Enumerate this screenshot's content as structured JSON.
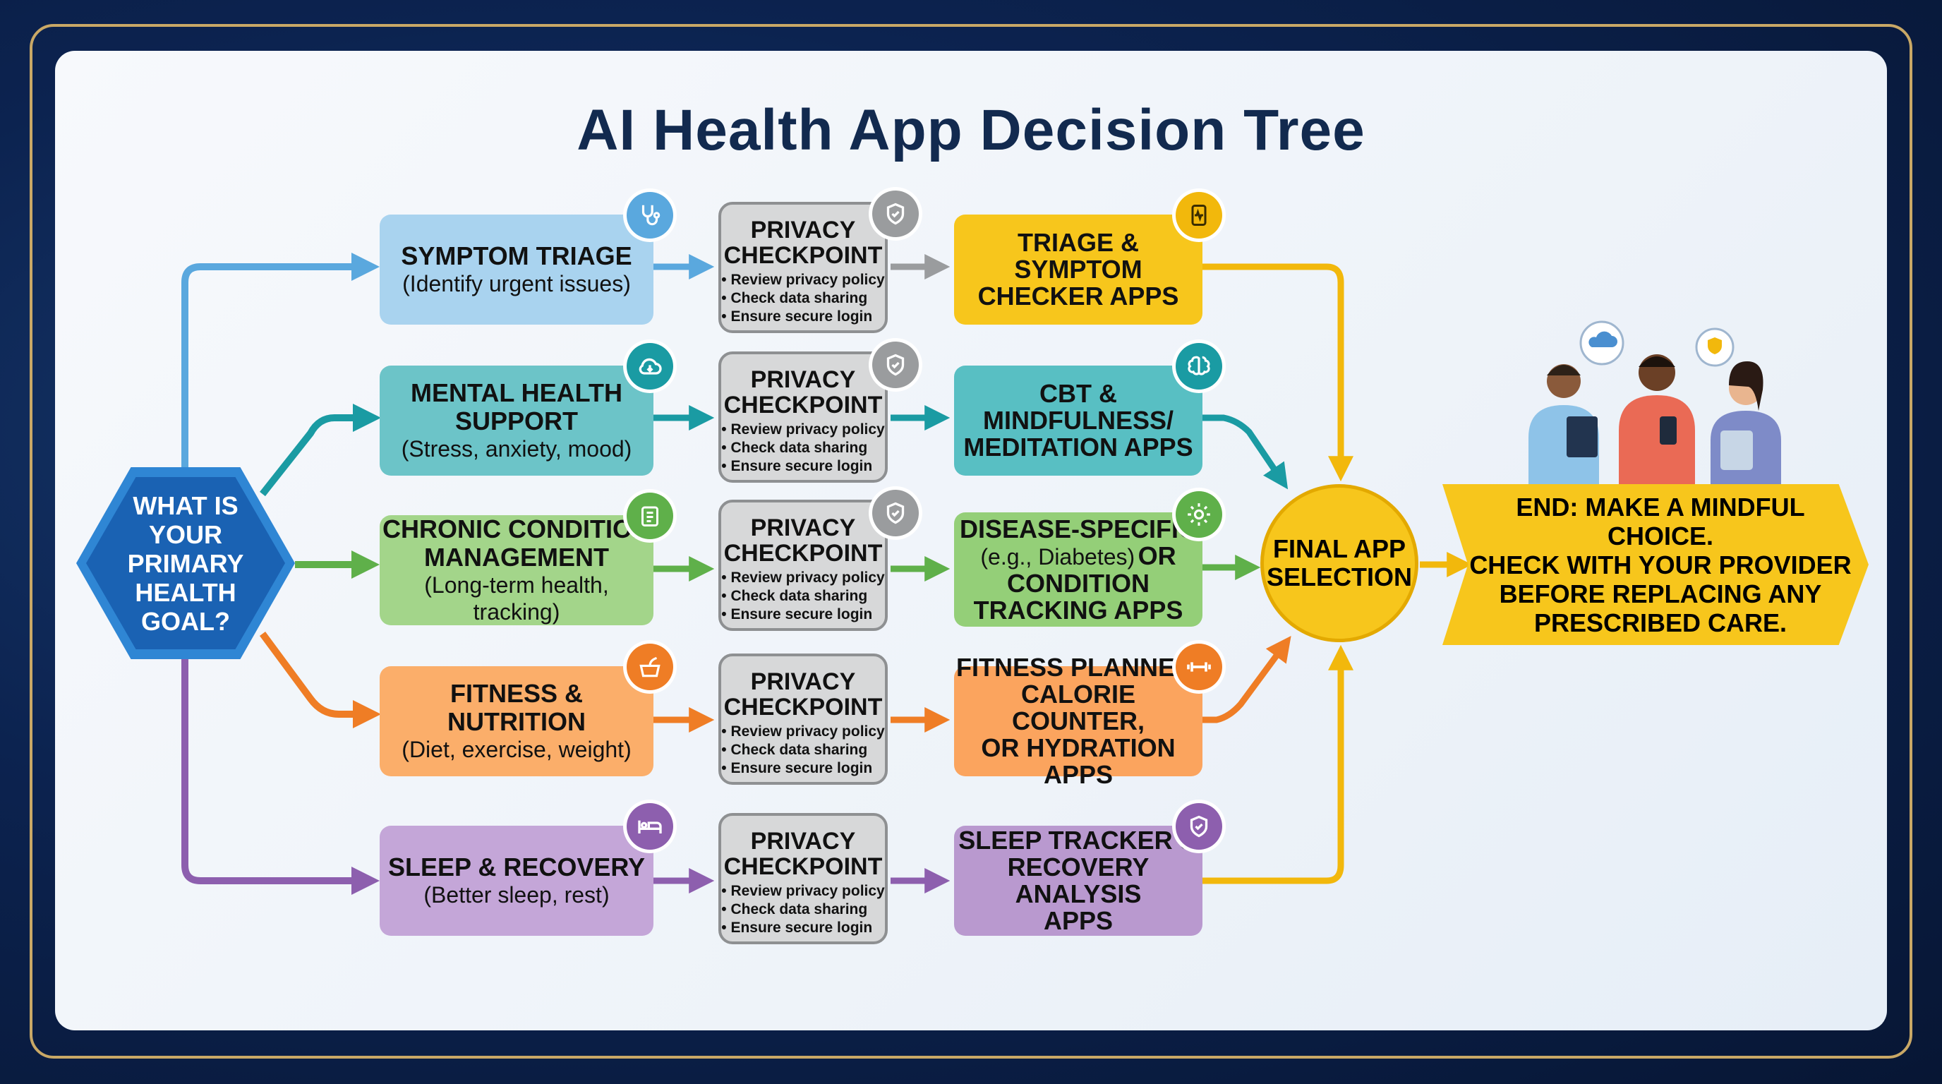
{
  "title": "AI Health App Decision Tree",
  "start": {
    "label": "WHAT IS\nYOUR\nPRIMARY\nHEALTH\nGOAL?"
  },
  "privacy": {
    "title": "PRIVACY\nCHECKPOINT",
    "items": [
      "Review privacy policy",
      "Check data sharing",
      "Ensure secure login"
    ]
  },
  "rows": [
    {
      "category_title": "SYMPTOM TRIAGE",
      "category_sub": "(Identify urgent issues)",
      "category_icon": "stethoscope-icon",
      "result_title": "TRIAGE & SYMPTOM\nCHECKER APPS",
      "result_icon": "clipboard-icon",
      "color": "#a9d3ef",
      "result_color": "#f7c61c",
      "line_color": "#5aa8de"
    },
    {
      "category_title": "MENTAL HEALTH\nSUPPORT",
      "category_sub": "(Stress, anxiety, mood)",
      "category_icon": "cloud-icon",
      "result_title": "CBT &\nMINDFULNESS/\nMEDITATION APPS",
      "result_icon": "brain-icon",
      "color": "#6cc4c8",
      "result_color": "#58bfc3",
      "line_color": "#1a9ba3"
    },
    {
      "category_title": "CHRONIC CONDITION\nMANAGEMENT",
      "category_sub": "(Long-term health, tracking)",
      "category_icon": "checklist-icon",
      "result_title": "DISEASE-SPECIFIC",
      "result_sub": "(e.g., Diabetes)",
      "result_tail": "OR\nCONDITION\nTRACKING APPS",
      "result_icon": "gear-icon",
      "color": "#a3d58a",
      "result_color": "#94cf78",
      "line_color": "#5fb04a"
    },
    {
      "category_title": "FITNESS & NUTRITION",
      "category_sub": "(Diet, exercise, weight)",
      "category_icon": "food-icon",
      "result_title": "FITNESS PLANNER,\nCALORIE COUNTER,\nOR HYDRATION APPS",
      "result_icon": "dumbbell-icon",
      "color": "#fbae6a",
      "result_color": "#fba45e",
      "line_color": "#ef7d25"
    },
    {
      "category_title": "SLEEP & RECOVERY",
      "category_sub": "(Better sleep, rest)",
      "category_icon": "bed-icon",
      "result_title": "SLEEP TRACKER &\nRECOVERY ANALYSIS\nAPPS",
      "result_icon": "shield-icon",
      "color": "#c4a6d8",
      "result_color": "#b999cf",
      "line_color": "#8d5fae"
    }
  ],
  "final": {
    "label": "FINAL APP\nSELECTION"
  },
  "end": {
    "label": "END: MAKE A MINDFUL CHOICE.\nCHECK WITH YOUR PROVIDER\nBEFORE REPLACING ANY\nPRESCRIBED CARE."
  },
  "colors": {
    "accent_yellow": "#f7c61c",
    "title_navy": "#122a4f",
    "start_blue": "#1a62b3",
    "privacy_gray": "#d7d8d9"
  }
}
